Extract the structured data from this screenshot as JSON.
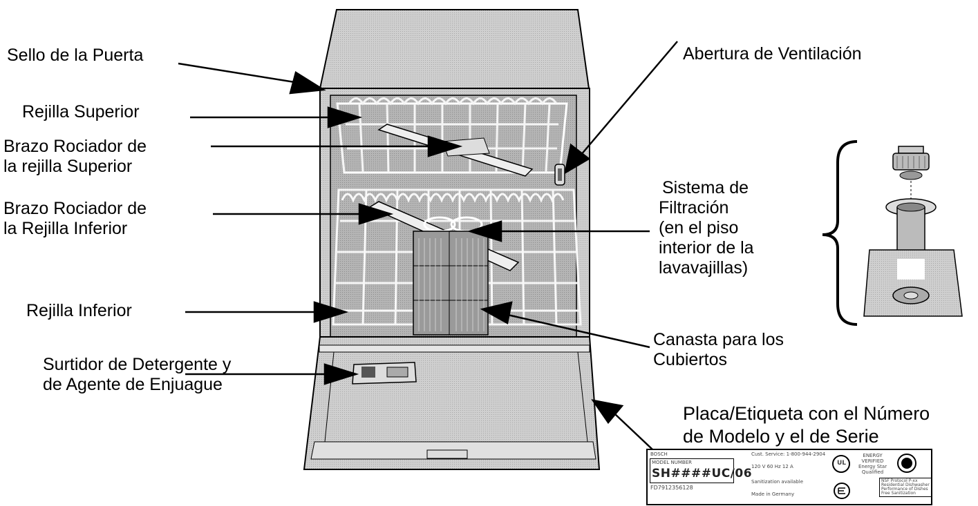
{
  "labels": {
    "door_seal": "Sello de la Puerta",
    "vent": "Abertura de Ventilación",
    "upper_rack": "Rejilla Superior",
    "upper_spray_arm": [
      "Brazo Rociador de",
      "la rejilla Superior"
    ],
    "lower_spray_arm": [
      "Brazo Rociador de",
      "la Rejilla Inferior"
    ],
    "filter_system": [
      "Sistema de",
      "Filtración",
      "(en el piso",
      "interior de la",
      "lavavajillas)"
    ],
    "lower_rack": "Rejilla Inferior",
    "cutlery_basket": [
      "Canasta para los",
      "Cubiertos"
    ],
    "dispenser": [
      "Surtidor de Detergente y",
      "de Agente de Enjuague"
    ],
    "rating_plate": [
      "Placa/Etiqueta con el Número",
      "de Modelo y el de Serie"
    ]
  },
  "plate": {
    "model": "SH####UC/06",
    "model_caption": "MODEL NUMBER",
    "serial": "FD7912356128",
    "brand": "BOSCH",
    "service": "Cust. Service: 1-800-944-2904",
    "ul": "UL",
    "energy_star": [
      "ENERGY",
      "VERIFIED",
      "Energy Star",
      "Qualified"
    ],
    "nsf_text": [
      "NSF Protocol P-xx",
      "Residential Dishwasher",
      "Performance of Dishes",
      "Free Sanitization"
    ],
    "rows": [
      "120 V  60 Hz  12 A",
      "Sanitization available",
      "Made in Germany"
    ]
  },
  "colors": {
    "appliance_fill": "#c9c9c9",
    "tub_fill": "#bdbdbd",
    "rack_wire": "#f7f7f7",
    "line": "#000000"
  }
}
